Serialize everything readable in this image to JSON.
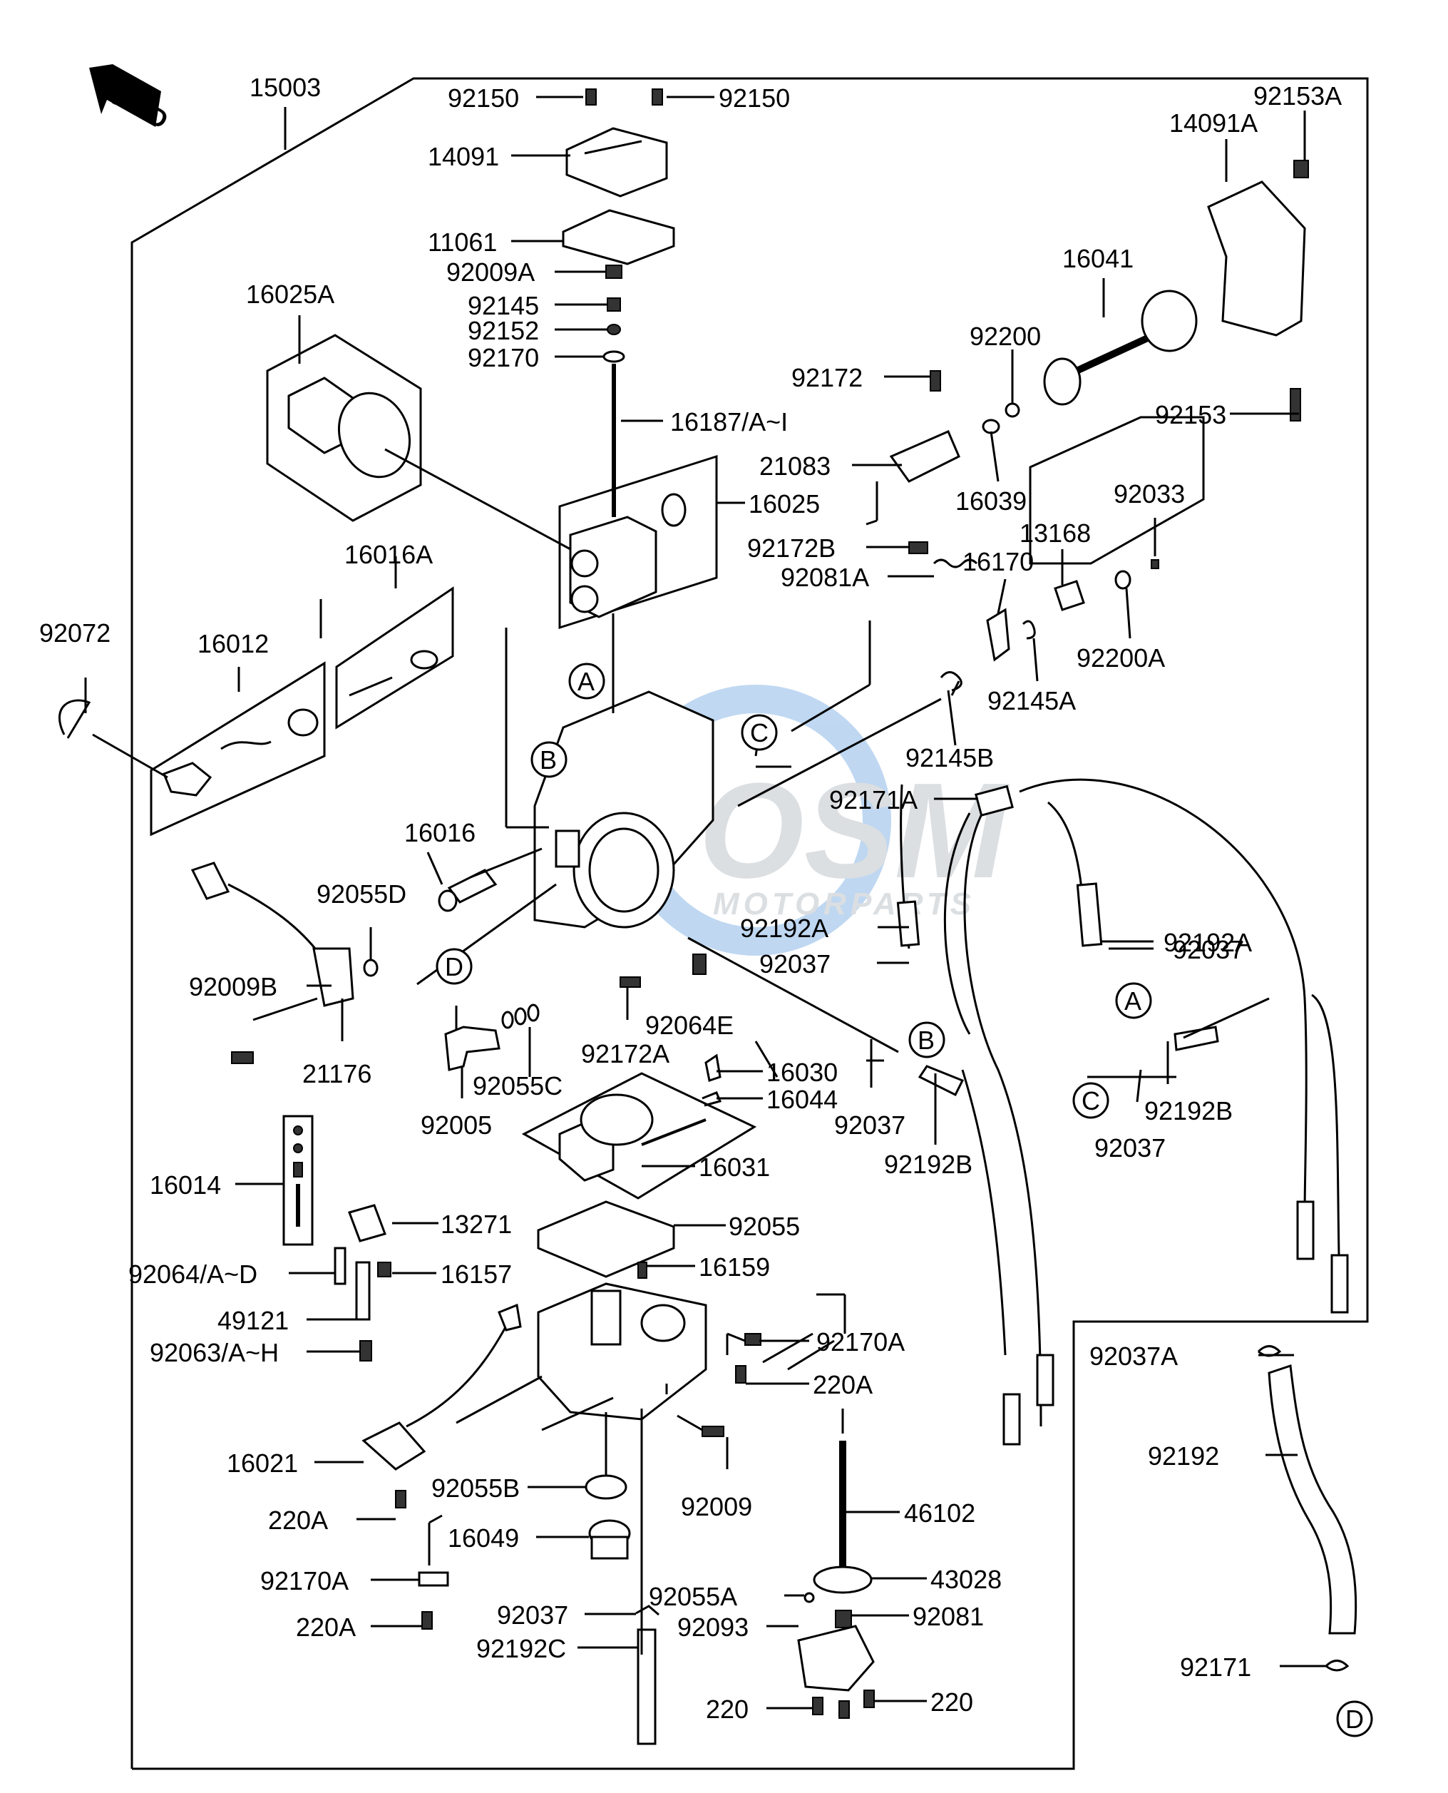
{
  "watermark": {
    "brand": "OSM",
    "sub": "MOTORPARTS",
    "color": "#4a90d9"
  },
  "arrow": {
    "label": "FWD"
  },
  "callouts": [
    "A",
    "B",
    "C",
    "D"
  ],
  "labels": [
    "15003",
    "92150",
    "92150",
    "14091",
    "11061",
    "92009A",
    "92145",
    "92152",
    "92170",
    "16025A",
    "16187/A~I",
    "16025",
    "92153A",
    "14091A",
    "16041",
    "92200",
    "92172",
    "92153",
    "21083",
    "16039",
    "92033",
    "92172B",
    "13168",
    "16170",
    "92081A",
    "92200A",
    "92145A",
    "16016A",
    "92072",
    "16012",
    "92145B",
    "92171A",
    "16016",
    "92055D",
    "92192A",
    "92192A",
    "92037",
    "92037",
    "92009B",
    "92064E",
    "21176",
    "92172A",
    "16030",
    "92055C",
    "16044",
    "92005",
    "92037",
    "92192B",
    "92192B",
    "92037",
    "16031",
    "16014",
    "13271",
    "92055",
    "92064/A~D",
    "16157",
    "16159",
    "49121",
    "92170A",
    "92063/A~H",
    "220A",
    "16021",
    "92037A",
    "92055B",
    "92009",
    "92192",
    "46102",
    "16049",
    "220A",
    "43028",
    "92170A",
    "92055A",
    "92081",
    "220A",
    "92037",
    "92093",
    "92192C",
    "92171",
    "220",
    "220"
  ]
}
